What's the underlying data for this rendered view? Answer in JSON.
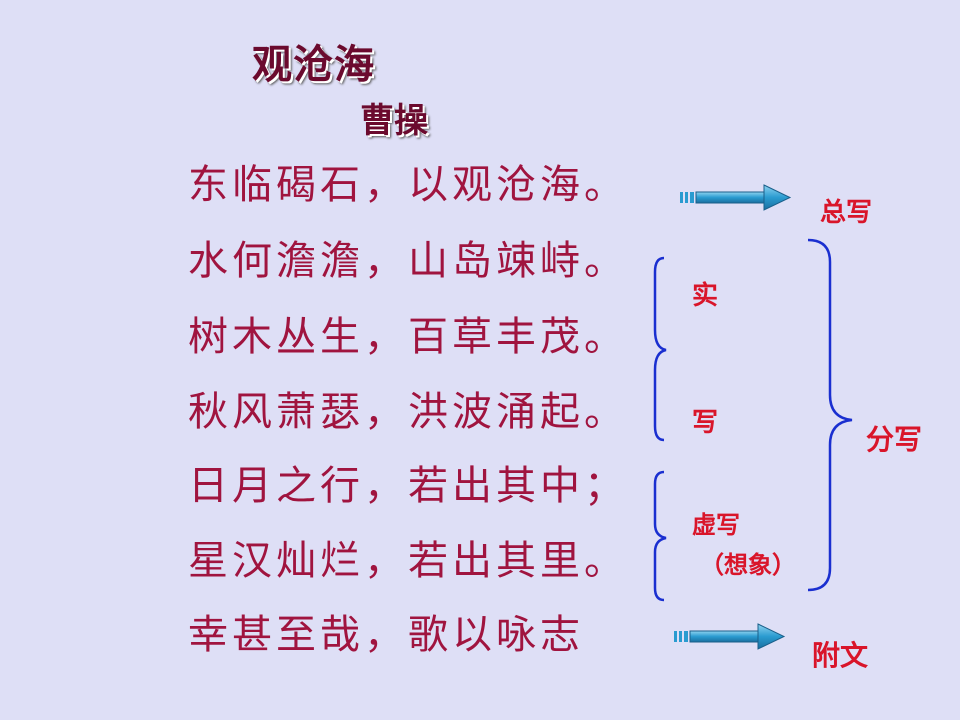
{
  "title": "观沧海",
  "author": "曹操",
  "poem": [
    "东临碣石，以观沧海。",
    "水何澹澹，山岛竦峙。",
    "树木丛生，百草丰茂。",
    "秋风萧瑟，洪波涌起。",
    "日月之行，若出其中；",
    "星汉灿烂，若出其里。",
    "幸甚至哉，歌以咏志"
  ],
  "labels": {
    "general": "总写",
    "real_1": "实",
    "real_2": "写",
    "imagined": "虚写",
    "imagination_note": "（想象）",
    "detailed": "分写",
    "appendix": "附文"
  },
  "colors": {
    "background": "#dedff6",
    "poem_text": "#a0143f",
    "title_text": "#6b0a2e",
    "label_text": "#d9152a",
    "brace": "#1a2fd0",
    "arrow": "#2a9bd0"
  },
  "icons": {
    "arrow_general": "right-arrow",
    "arrow_appendix": "right-arrow"
  }
}
